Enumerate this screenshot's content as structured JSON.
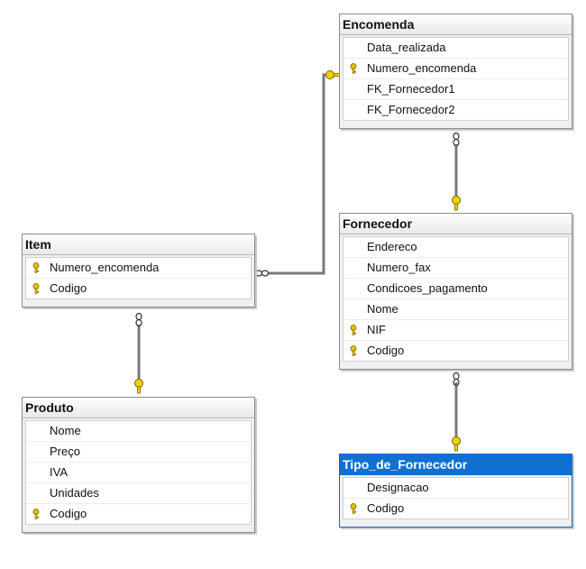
{
  "diagram": {
    "tables": [
      {
        "id": "encomenda",
        "name": "Encomenda",
        "selected": false,
        "columns": [
          {
            "name": "Data_realizada",
            "pk": false
          },
          {
            "name": "Numero_encomenda",
            "pk": true
          },
          {
            "name": "FK_Fornecedor1",
            "pk": false
          },
          {
            "name": "FK_Fornecedor2",
            "pk": false
          }
        ]
      },
      {
        "id": "item",
        "name": "Item",
        "selected": false,
        "columns": [
          {
            "name": "Numero_encomenda",
            "pk": true
          },
          {
            "name": "Codigo",
            "pk": true
          }
        ]
      },
      {
        "id": "fornecedor",
        "name": "Fornecedor",
        "selected": false,
        "columns": [
          {
            "name": "Endereco",
            "pk": false
          },
          {
            "name": "Numero_fax",
            "pk": false
          },
          {
            "name": "Condicoes_pagamento",
            "pk": false
          },
          {
            "name": "Nome",
            "pk": false
          },
          {
            "name": "NIF",
            "pk": true
          },
          {
            "name": "Codigo",
            "pk": true
          }
        ]
      },
      {
        "id": "produto",
        "name": "Produto",
        "selected": false,
        "columns": [
          {
            "name": "Nome",
            "pk": false
          },
          {
            "name": "Preço",
            "pk": false
          },
          {
            "name": "IVA",
            "pk": false
          },
          {
            "name": "Unidades",
            "pk": false
          },
          {
            "name": "Codigo",
            "pk": true
          }
        ]
      },
      {
        "id": "tipo_de_fornecedor",
        "name": "Tipo_de_Fornecedor",
        "selected": true,
        "columns": [
          {
            "name": "Designacao",
            "pk": false
          },
          {
            "name": "Codigo",
            "pk": true
          }
        ]
      }
    ],
    "relationships": [
      {
        "from": "item",
        "to": "encomenda",
        "from_end": "many",
        "to_end": "one"
      },
      {
        "from": "encomenda",
        "to": "fornecedor",
        "from_end": "many",
        "to_end": "one"
      },
      {
        "from": "item",
        "to": "produto",
        "from_end": "many",
        "to_end": "one"
      },
      {
        "from": "fornecedor",
        "to": "tipo_de_fornecedor",
        "from_end": "many",
        "to_end": "one"
      }
    ],
    "colors": {
      "key_icon": "#e8c000",
      "selected_title": "#1070d0",
      "connector": "#7a7a7a"
    }
  }
}
